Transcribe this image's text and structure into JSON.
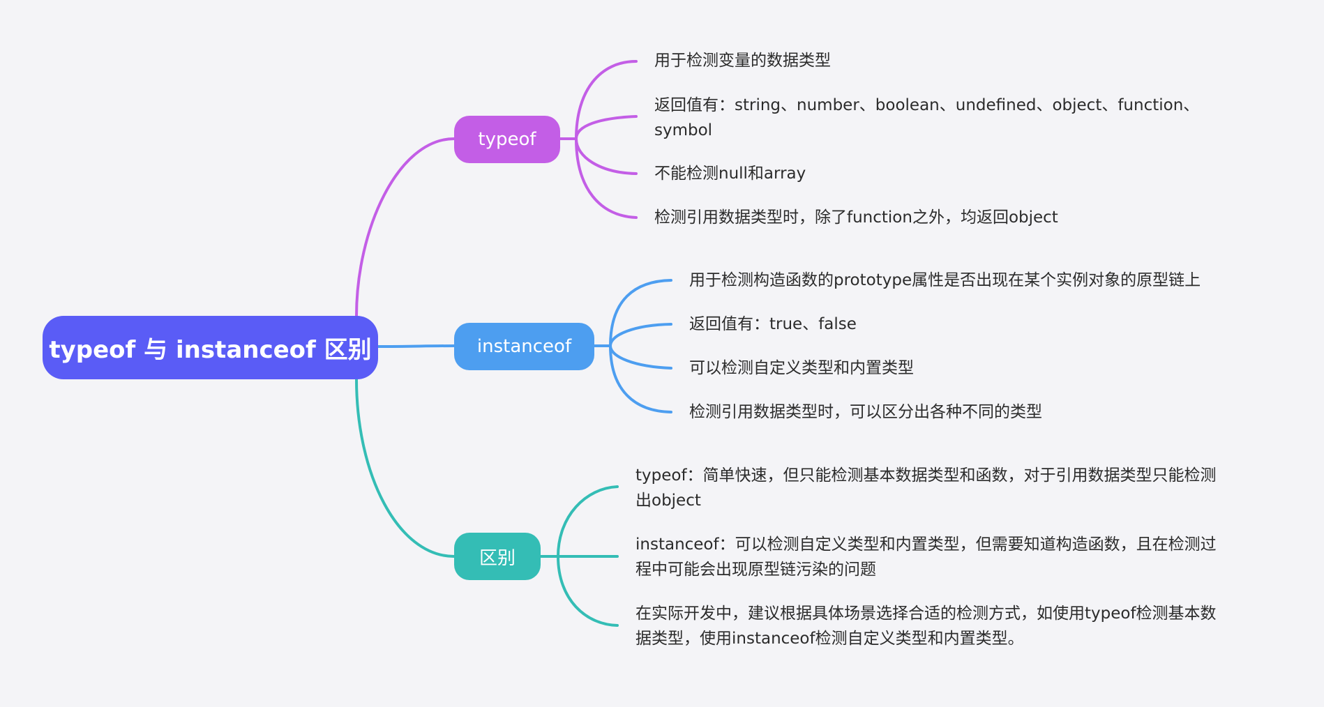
{
  "colors": {
    "root": "#5a5cf6",
    "typeof": "#c35ee6",
    "instanceof": "#4d9ef0",
    "diff": "#34bdb5",
    "background": "#f4f4f7"
  },
  "root": {
    "label": "typeof 与 instanceof 区别"
  },
  "branches": [
    {
      "label": "typeof",
      "items": [
        "用于检测变量的数据类型",
        "返回值有：string、number、boolean、undefined、object、function、symbol",
        "不能检测null和array",
        "检测引用数据类型时，除了function之外，均返回object"
      ]
    },
    {
      "label": "instanceof",
      "items": [
        "用于检测构造函数的prototype属性是否出现在某个实例对象的原型链上",
        "返回值有：true、false",
        "可以检测自定义类型和内置类型",
        "检测引用数据类型时，可以区分出各种不同的类型"
      ]
    },
    {
      "label": "区别",
      "items": [
        "typeof：简单快速，但只能检测基本数据类型和函数，对于引用数据类型只能检测出object",
        "instanceof：可以检测自定义类型和内置类型，但需要知道构造函数，且在检测过程中可能会出现原型链污染的问题",
        "在实际开发中，建议根据具体场景选择合适的检测方式，如使用typeof检测基本数据类型，使用instanceof检测自定义类型和内置类型。"
      ]
    }
  ]
}
